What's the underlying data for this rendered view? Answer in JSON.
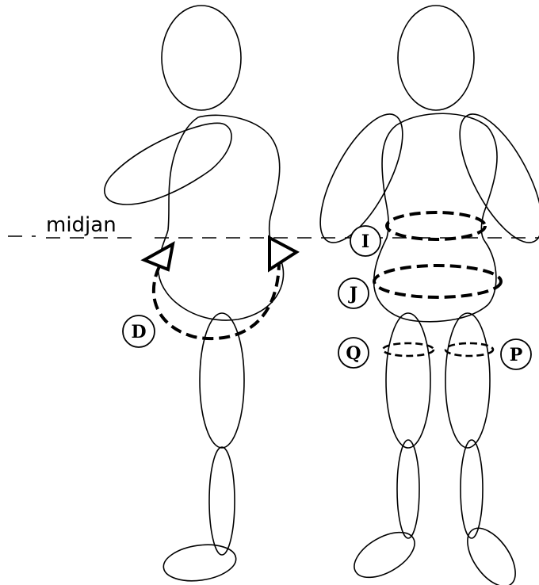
{
  "midline_label": "midjan",
  "measurements": [
    {
      "id": "D",
      "label": "D"
    },
    {
      "id": "I",
      "label": "I"
    },
    {
      "id": "J",
      "label": "J"
    },
    {
      "id": "Q",
      "label": "Q"
    },
    {
      "id": "P",
      "label": "P"
    }
  ],
  "colors": {
    "line": "#000000",
    "background": "#ffffff"
  }
}
